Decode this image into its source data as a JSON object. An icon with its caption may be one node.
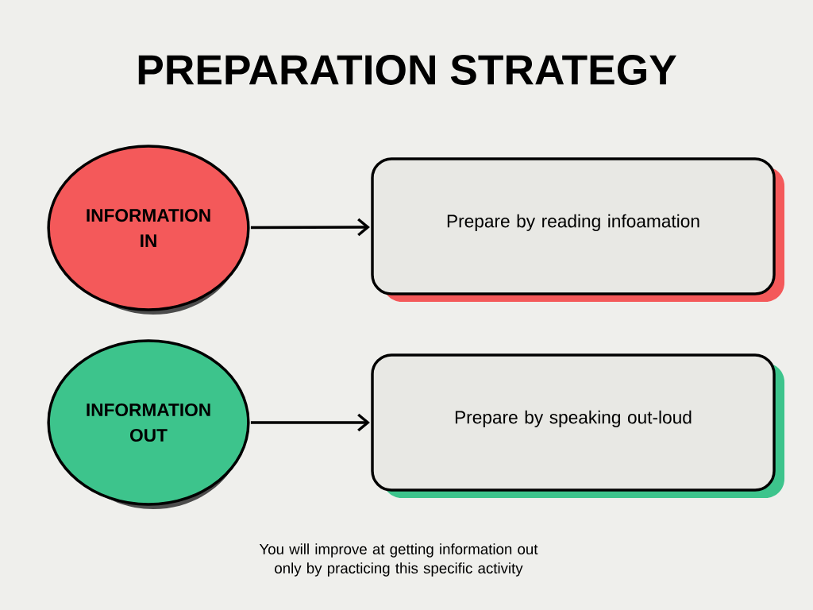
{
  "diagram": {
    "title": "PREPARATION STRATEGY",
    "nodes": [
      {
        "text": [
          "INFORMATION IN"
        ]
      },
      {
        "text": [
          "Prepare by reading infoamation"
        ]
      },
      {
        "text": [
          "INFORMATION OUT"
        ]
      },
      {
        "text": [
          "Prepare by speaking out-loud"
        ]
      }
    ],
    "edges": [
      {
        "from": 0,
        "to": 1,
        "arrow": "to"
      },
      {
        "from": 2,
        "to": 3,
        "arrow": "to"
      }
    ],
    "labels": [
      "You will improve at getting information out only by practicing this specific activity"
    ]
  }
}
